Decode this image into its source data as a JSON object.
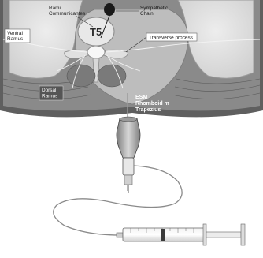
{
  "labels": {
    "rami_communicantes_1": "Rami",
    "rami_communicantes_2": "Communicantes",
    "sympathetic_chain_1": "Sympathetic",
    "sympathetic_chain_2": "Chain",
    "ventral_ramus_1": "Ventral",
    "ventral_ramus_2": "Ramus",
    "vertebra": "T5",
    "transverse_process": "Transverse process",
    "dorsal_ramus_1": "Dorsal",
    "dorsal_ramus_2": "Ramus",
    "esm": "ESM",
    "rhomboid": "Rhomboid m",
    "trapezius": "Trapezius"
  },
  "colors": {
    "tissue_dark": "#6b6b6b",
    "tissue_light": "#d9d9d9",
    "lung": "#e2e2e2",
    "background": "#ffffff"
  }
}
